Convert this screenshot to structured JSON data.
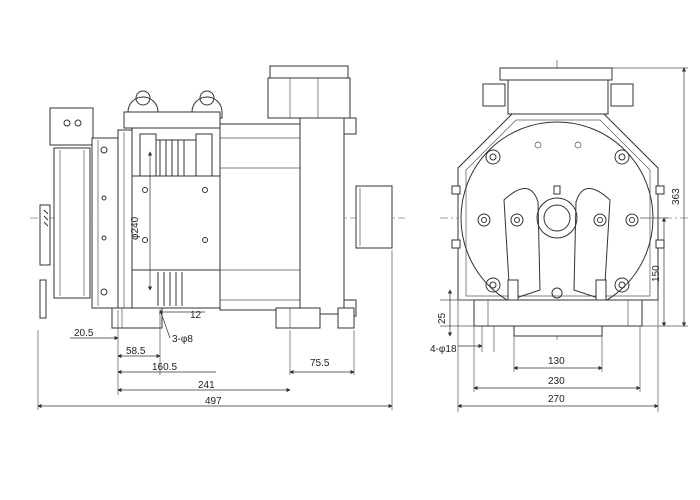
{
  "colors": {
    "line": "#333333",
    "background": "#ffffff",
    "hatch": "#d8d8d8"
  },
  "side_view": {
    "labels": {
      "diameter": "φ240",
      "groove_width": "12",
      "grooves": "3-φ8"
    },
    "dimensions": {
      "d_20_5": "20.5",
      "d_58_5": "58.5",
      "d_160_5": "160.5",
      "d_75_5": "75.5",
      "d_241": "241",
      "d_497": "497"
    }
  },
  "front_view": {
    "dimensions": {
      "d_363": "363",
      "d_150": "150",
      "d_25": "25",
      "d_holes": "4-φ18",
      "d_130": "130",
      "d_230": "230",
      "d_270": "270"
    }
  }
}
